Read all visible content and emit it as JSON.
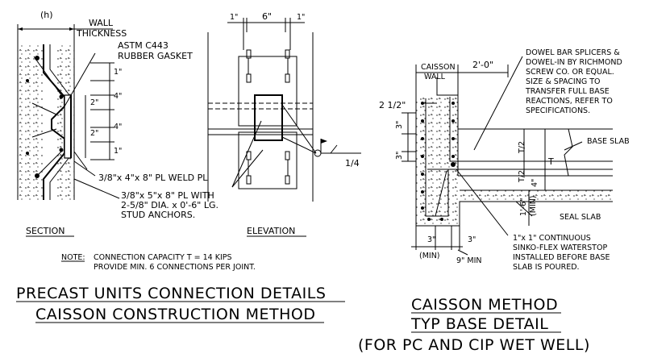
{
  "section": {
    "h_label": "(h)",
    "wall_thickness": [
      "WALL",
      "THICKNESS"
    ],
    "gasket": [
      "ASTM C443",
      "RUBBER GASKET"
    ],
    "dim_1": "1\"",
    "dim_2a": "2\"",
    "dim_4a": "4\"",
    "dim_2b": "2\"",
    "dim_4b": "4\"",
    "dim_1b": "1\"",
    "weld_plate": "3/8\"x 4\"x 8\" PL WELD PL",
    "plate_with_studs": [
      "3/8\"x 5\"x 8\" PL WITH",
      "2-5/8\" DIA. x 0'-6\" LG.",
      "STUD ANCHORS."
    ],
    "title": "SECTION"
  },
  "elevation": {
    "dim_1l": "1\"",
    "dim_6": "6\"",
    "dim_1r": "1\"",
    "weld": "1/4",
    "title": "ELEVATION"
  },
  "note": {
    "label": "NOTE:",
    "lines": [
      "CONNECTION CAPACITY T = 14 KIPS",
      "PROVIDE MIN. 6 CONNECTIONS PER JOINT."
    ]
  },
  "main_title": [
    "PRECAST UNITS CONNECTION DETAILS",
    "CAISSON CONSTRUCTION METHOD"
  ],
  "caisson": {
    "caisson_wall": [
      "CAISSON",
      "WALL"
    ],
    "dim_2_0": "2'-0\"",
    "dim_2_5": "2 1/2\"",
    "dim_3a": "3\"",
    "dim_3b": "3\"",
    "t_half_top": "T/2",
    "t_half_bot": "T/2",
    "t": "T",
    "dim_4": "4\"",
    "dim_1_6": "1'-6\"",
    "min": "(MIN)",
    "dim_3c": "3\"",
    "dim_3d": "3\"",
    "min2": "(MIN)",
    "dim_9": "9\" MIN",
    "dowel_note": [
      "DOWEL BAR SPLICERS &",
      "DOWEL-IN BY RICHMOND",
      "SCREW CO. OR EQUAL.",
      "SIZE & SPACING TO",
      "TRANSFER FULL BASE",
      "REACTIONS, REFER TO",
      "SPECIFICATIONS."
    ],
    "base_slab": "BASE SLAB",
    "seal_slab": "SEAL SLAB",
    "waterstop": [
      "1\"x 1\" CONTINUOUS",
      "SINKO-FLEX WATERSTOP",
      "INSTALLED BEFORE BASE",
      "SLAB IS POURED."
    ],
    "title": [
      "CAISSON METHOD",
      "TYP BASE DETAIL",
      "(FOR PC AND CIP WET WELL)"
    ]
  }
}
